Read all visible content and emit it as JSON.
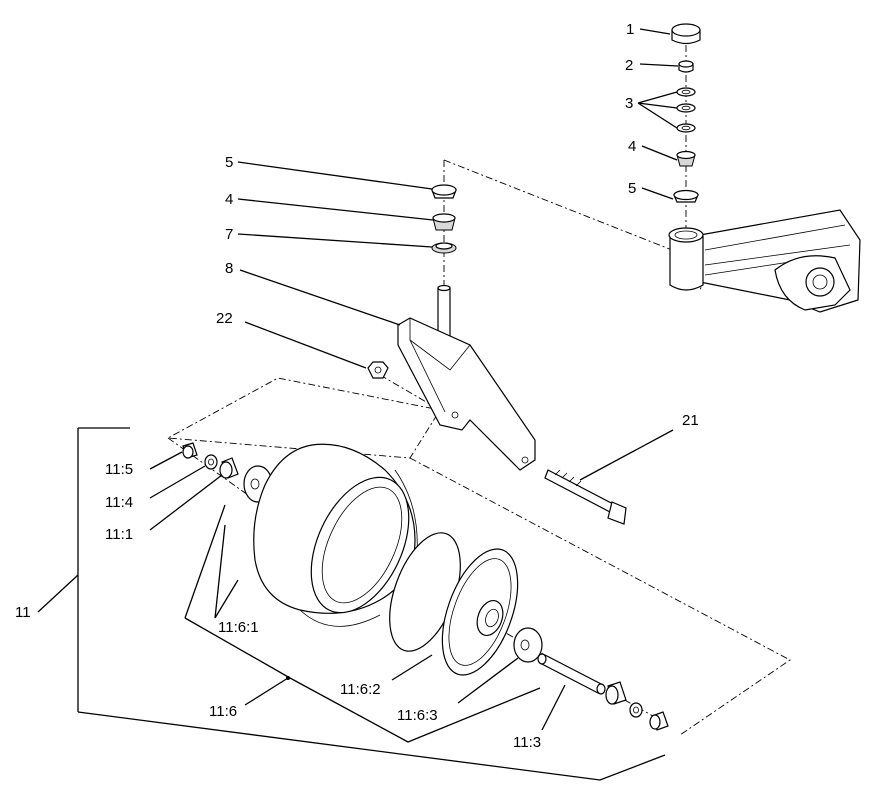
{
  "diagram": {
    "callouts": [
      "1",
      "2",
      "3",
      "4",
      "5",
      "5",
      "4",
      "7",
      "8",
      "22",
      "21",
      "11:5",
      "11:4",
      "11:1",
      "11",
      "11:6:1",
      "11:6:2",
      "11:6",
      "11:6:3",
      "11:3"
    ]
  }
}
